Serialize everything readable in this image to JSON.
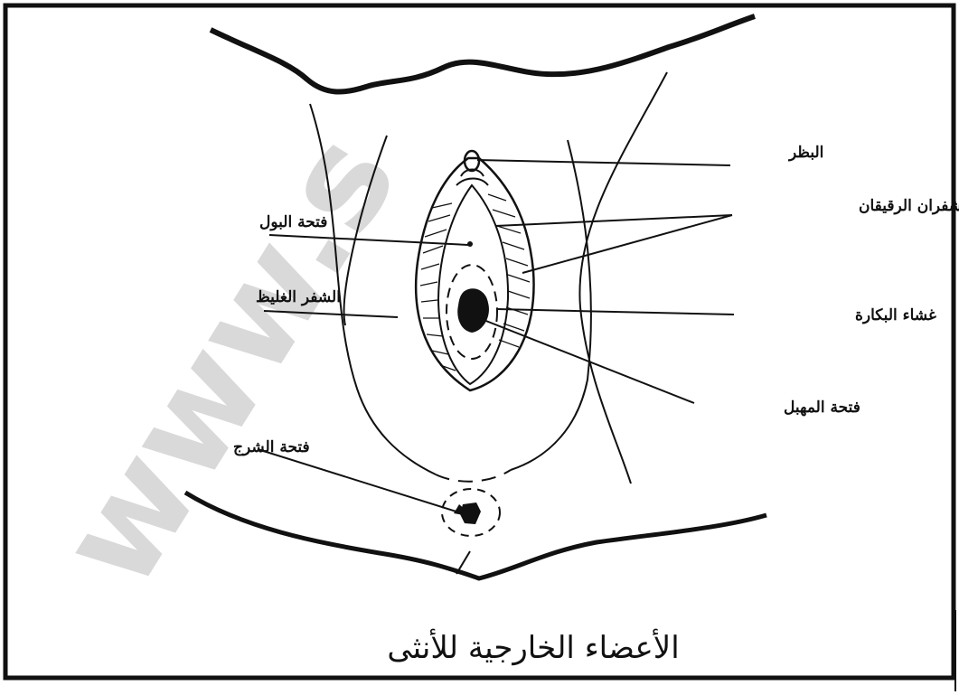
{
  "watermark": "www.s",
  "caption": "الأعضاء الخارجية للأنثى",
  "labels": {
    "clitoris": "البظر",
    "labia_minora": "الشفران الرقيقان",
    "hymen": "غشاء البكارة",
    "vaginal_opening": "فتحة المهبل",
    "urethral_opening": "فتحة البول",
    "labia_majora": "الشفر الغليظ",
    "anus": "فتحة الشرج"
  },
  "colors": {
    "ink": "#111111",
    "watermark": "#d9d9d9",
    "background": "#ffffff"
  }
}
